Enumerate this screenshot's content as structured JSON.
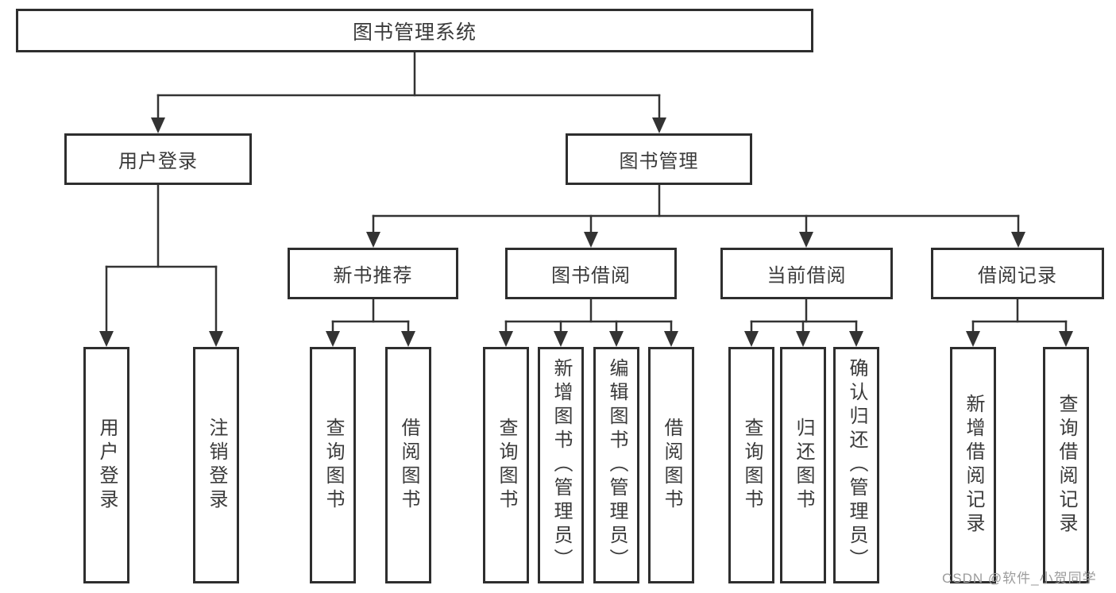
{
  "diagram": {
    "title": "图书管理系统",
    "level2": [
      {
        "label": "用户登录"
      },
      {
        "label": "图书管理"
      }
    ],
    "level3": [
      {
        "label": "新书推荐"
      },
      {
        "label": "图书借阅"
      },
      {
        "label": "当前借阅"
      },
      {
        "label": "借阅记录"
      }
    ],
    "leaf_groups": [
      {
        "parent": "用户登录",
        "leaves": [
          "用户登录",
          "注销登录"
        ]
      },
      {
        "parent": "新书推荐",
        "leaves": [
          "查询图书",
          "借阅图书"
        ]
      },
      {
        "parent": "图书借阅",
        "leaves": [
          "查询图书",
          "新增图书（管理员）",
          "编辑图书（管理员）",
          "借阅图书"
        ]
      },
      {
        "parent": "当前借阅",
        "leaves": [
          "查询图书",
          "归还图书",
          "确认归还（管理员）"
        ]
      },
      {
        "parent": "借阅记录",
        "leaves": [
          "新增借阅记录",
          "查询借阅记录"
        ]
      }
    ]
  },
  "watermark": {
    "text": "CSDN @软件_小贺同学",
    "color": "#9c9c9c"
  },
  "colors": {
    "line": "#333333",
    "box_border": "#2e2e2e",
    "text": "#3a3a3a",
    "background": "#ffffff"
  }
}
